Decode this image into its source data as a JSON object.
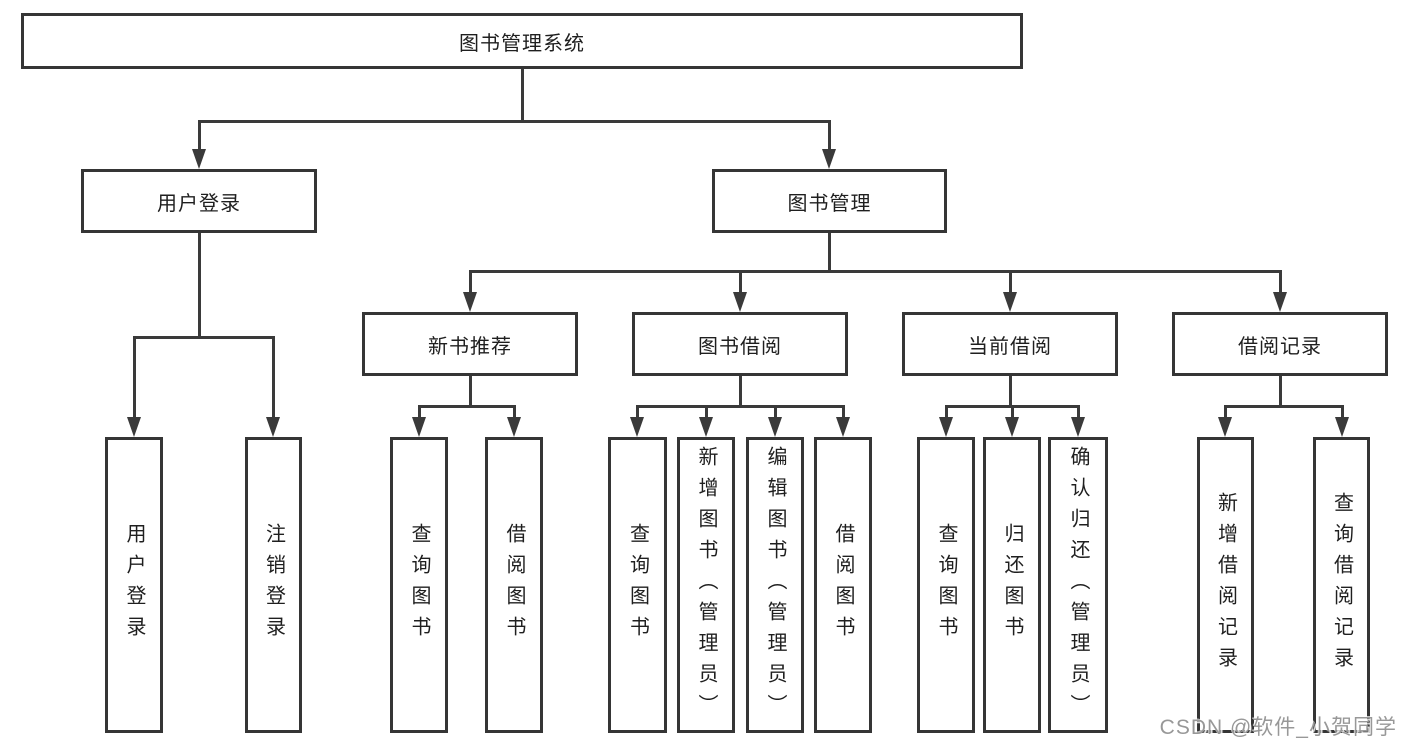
{
  "diagram_title": "图书管理系统",
  "colors": {
    "line": "#3a3a3a",
    "box_border": "#353535",
    "text": "#1f1f1f",
    "background": "#ffffff",
    "watermark": "#989898"
  },
  "tree": {
    "root": "图书管理系统",
    "level2": [
      "用户登录",
      "图书管理"
    ],
    "level3": [
      "新书推荐",
      "图书借阅",
      "当前借阅",
      "借阅记录"
    ],
    "leaves": {
      "user_login": [
        "用户登录",
        "注销登录"
      ],
      "new_books": [
        "查询图书",
        "借阅图书"
      ],
      "book_borrow": [
        "查询图书",
        "新增图书（管理员）",
        "编辑图书（管理员）",
        "借阅图书"
      ],
      "current_borrow": [
        "查询图书",
        "归还图书",
        "确认归还（管理员）"
      ],
      "borrow_records": [
        "新增借阅记录",
        "查询借阅记录"
      ]
    }
  },
  "watermark": "CSDN @软件_小贺同学"
}
